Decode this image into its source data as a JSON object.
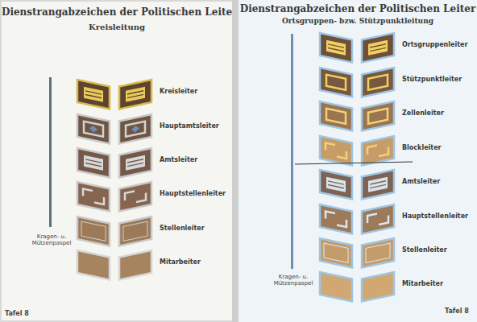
{
  "diagram": {
    "nodes": [
      {
        "text": [
          "Dienstrangabzeichen der Politischen Leiter",
          "Kreisleitung"
        ]
      },
      {
        "text": [
          "Kreisleiter"
        ],
        "in": 0
      },
      {
        "text": [
          "Hauptamtsleiter"
        ],
        "in": 0
      },
      {
        "text": [
          "Amtsleiter"
        ],
        "in": 0
      },
      {
        "text": [
          "Hauptstellenleiter"
        ],
        "in": 0
      },
      {
        "text": [
          "Stellenleiter"
        ],
        "in": 0
      },
      {
        "text": [
          "Mitarbeiter"
        ],
        "in": 0
      },
      {
        "text": [
          "Dienstrangabzeichen der Politischen Leiter",
          "Ortsgruppen- bzw. Stützpunktleitung"
        ]
      },
      {
        "text": [
          "Ortsgruppenleiter"
        ],
        "in": 7
      },
      {
        "text": [
          "Stützpunktleiter"
        ],
        "in": 7
      },
      {
        "text": [
          "Zellenleiter"
        ],
        "in": 7
      },
      {
        "text": [
          "Blockleiter"
        ],
        "in": 7
      },
      {
        "text": [
          "Amtsleiter"
        ],
        "in": 7
      },
      {
        "text": [
          "Hauptstellenleiter"
        ],
        "in": 7
      },
      {
        "text": [
          "Stellenleiter"
        ],
        "in": 7
      },
      {
        "text": [
          "Mitarbeiter"
        ],
        "in": 7
      }
    ],
    "labels": [
      "Kragen- u. Mützenpaspel",
      "Tafel 8",
      "Kragen- u. Mützenpaspel",
      "Tafel 8"
    ]
  }
}
